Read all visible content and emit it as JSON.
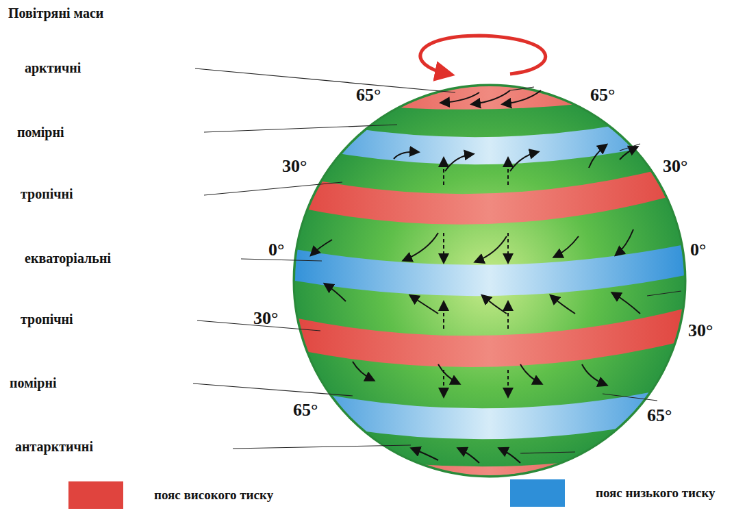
{
  "diagram": {
    "title": "Повітряні маси",
    "labels": [
      "арктичні",
      "помірні",
      "тропічні",
      "екваторіальні",
      "тропічні",
      "помірні",
      "антарктичні",
      "65°",
      "65°",
      "30°",
      "30°",
      "0°",
      "0°",
      "30°",
      "30°",
      "65°",
      "65°"
    ],
    "legend": [
      {
        "text": "пояс високого тиску",
        "color": "#e0443e"
      },
      {
        "text": "пояс низького тиску",
        "color": "#2e8fd8"
      }
    ]
  }
}
